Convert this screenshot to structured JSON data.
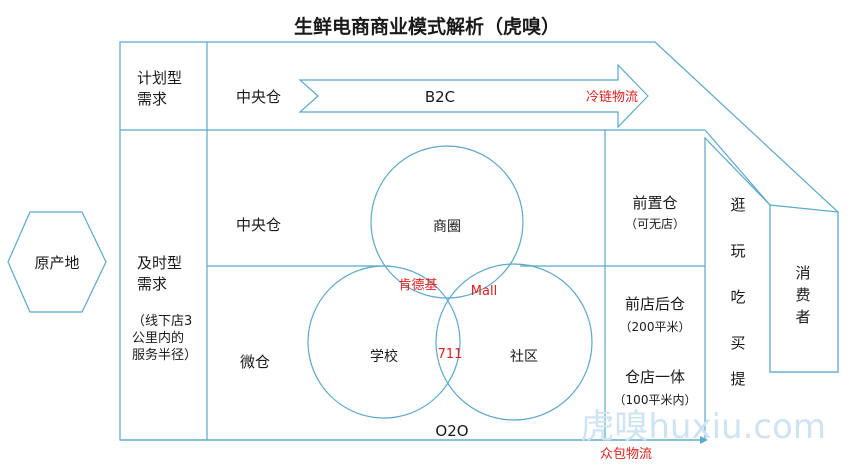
{
  "title": "生鲜电商商业模式解析（虎嗅）",
  "origin": "原产地",
  "planned": {
    "demand_line1": "计划型",
    "demand_line2": "需求",
    "warehouse": "中央仓",
    "arrow_label": "B2C",
    "logistics": "冷链物流"
  },
  "instant": {
    "demand_line1": "及时型",
    "demand_line2": "需求",
    "note_line1": "（线下店3",
    "note_line2": "公里内的",
    "note_line3": "服务半径）",
    "warehouse_central": "中央仓",
    "warehouse_micro": "微仓",
    "circles": {
      "business": "商圈",
      "school": "学校",
      "community": "社区"
    },
    "overlaps": {
      "business_school": "肯德基",
      "business_community": "Mall",
      "school_community": "711"
    },
    "bottom_label": "O2O",
    "bottom_logistics": "众包物流"
  },
  "models": {
    "front_line1": "前置仓",
    "front_line2": "（可无店）",
    "front_store_line1": "前店后仓",
    "front_store_line2": "（200平米）",
    "integrated_line1": "仓店一体",
    "integrated_line2": "（100平米内）"
  },
  "behaviors": [
    "逛",
    "玩",
    "吃",
    "买",
    "提"
  ],
  "consumer": [
    "消",
    "费",
    "者"
  ],
  "watermark": "虎嗅huxiu.com",
  "colors": {
    "line": "#5ba8c8",
    "highlight_red": "#e02020",
    "text": "#1a1a1a",
    "watermark": "#cfe4f2"
  }
}
